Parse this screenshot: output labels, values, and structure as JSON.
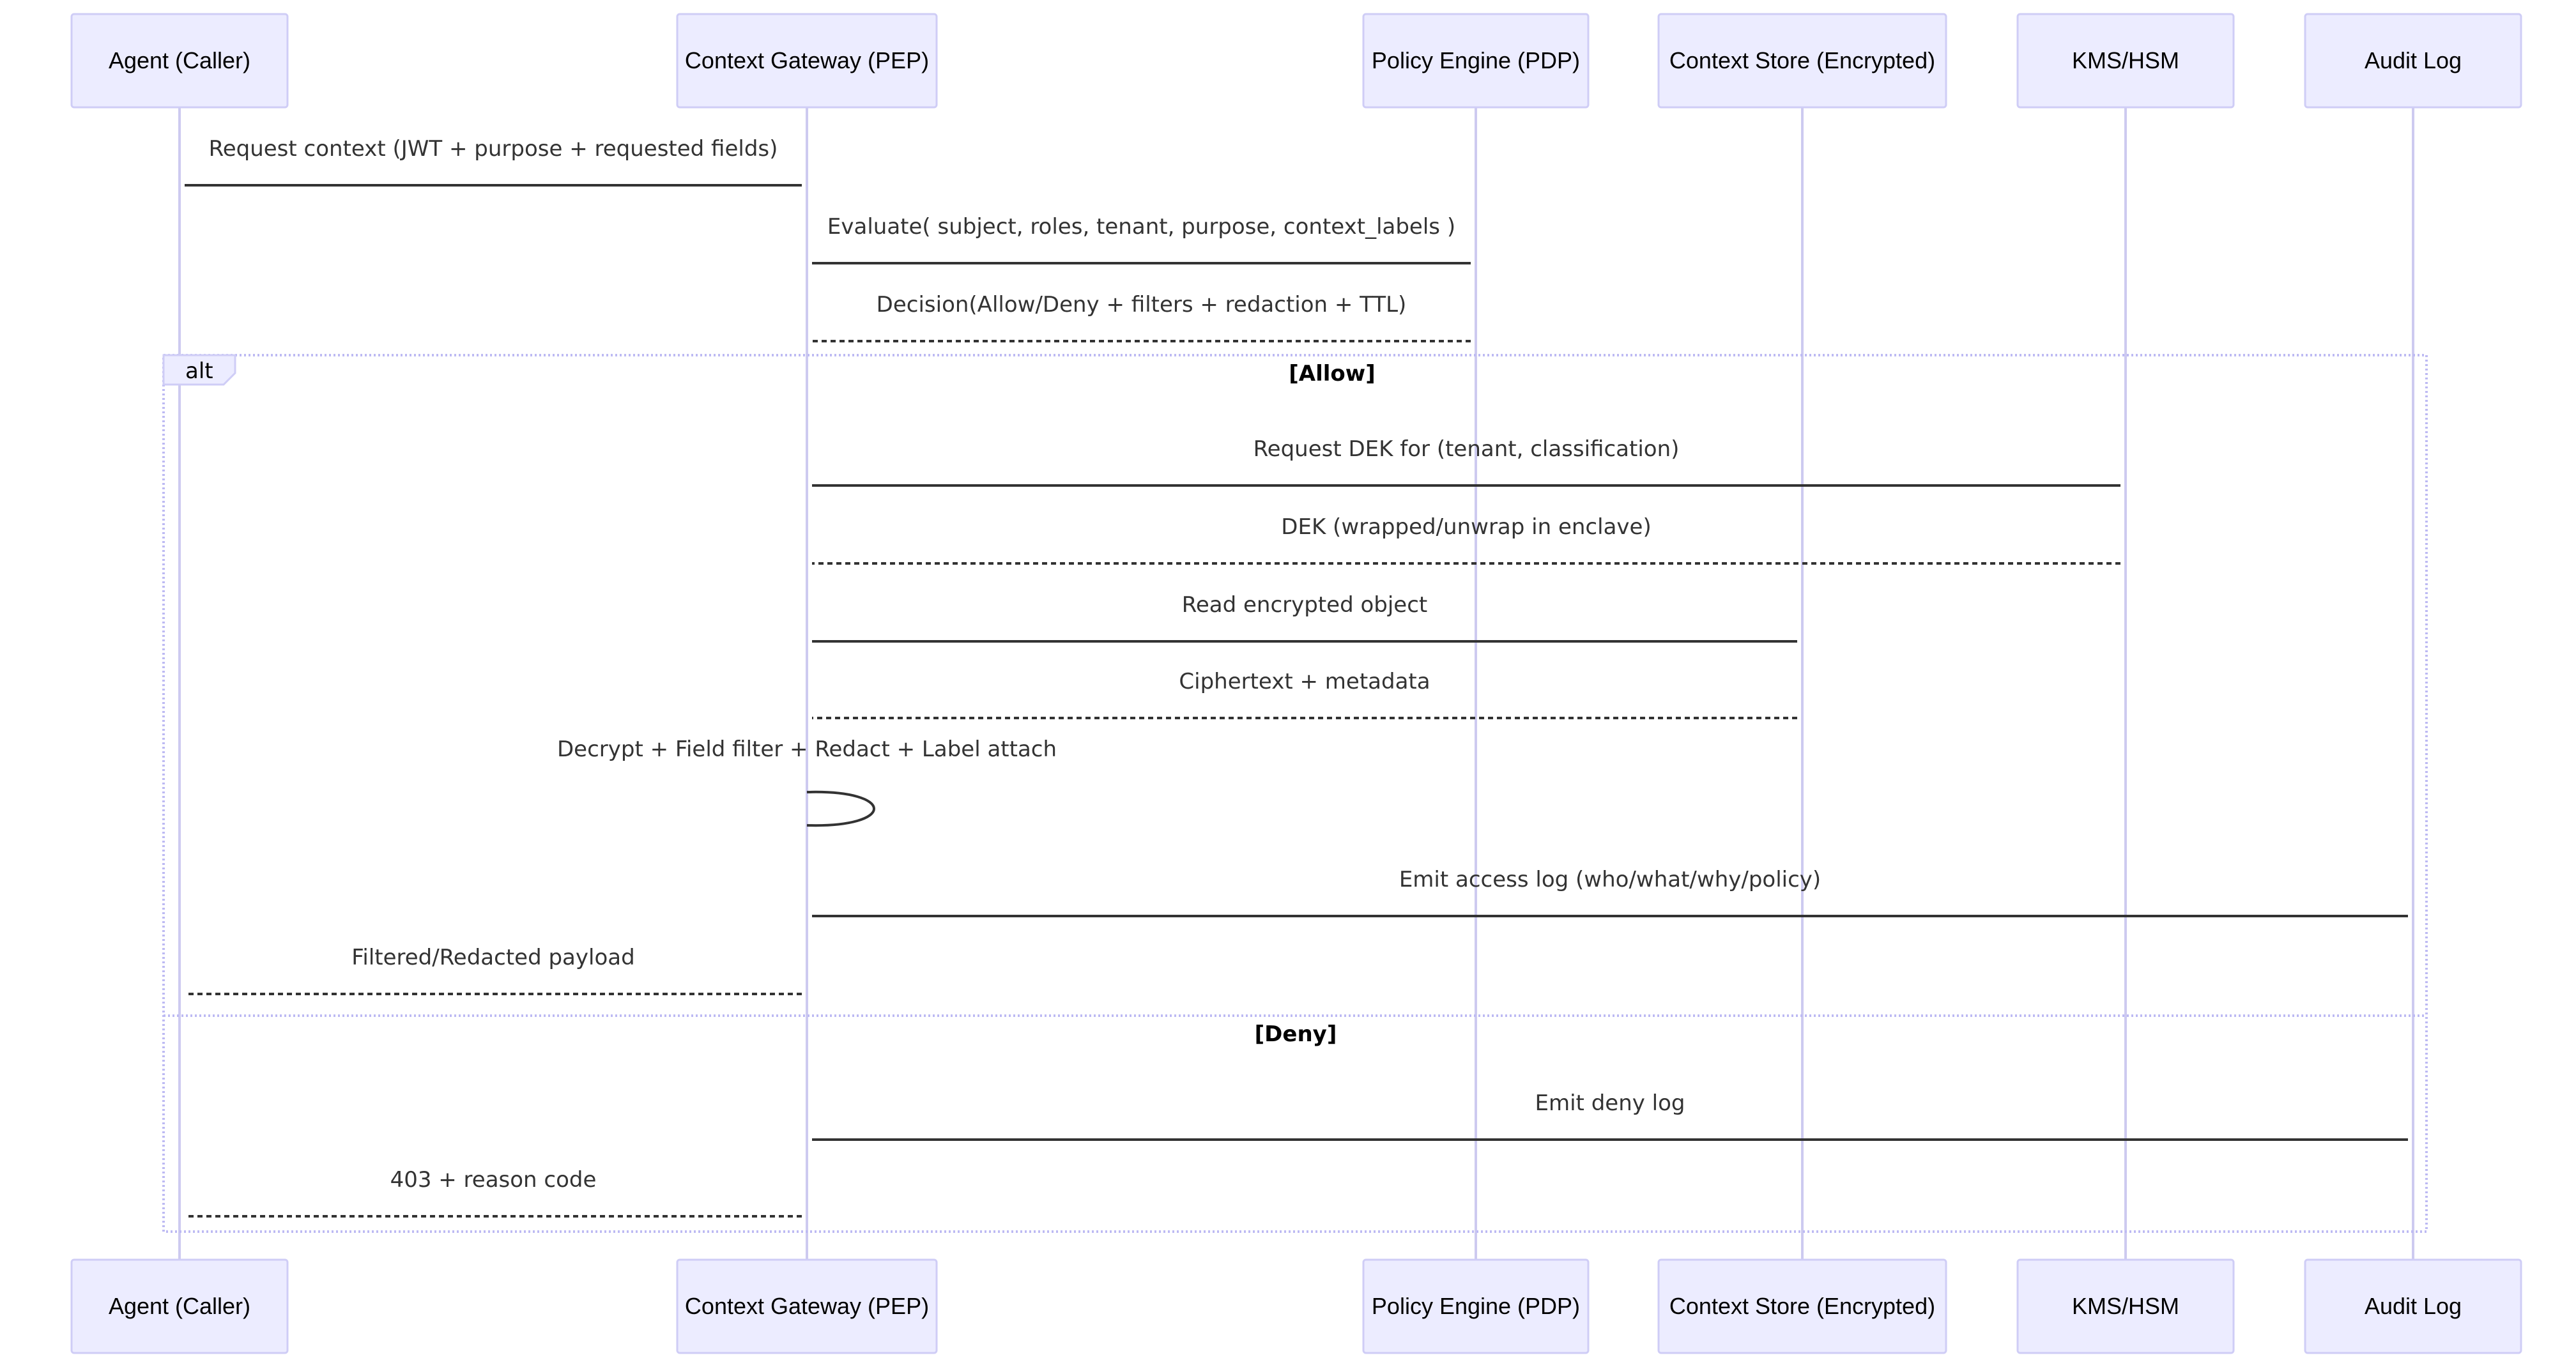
{
  "participants": [
    {
      "id": "agent",
      "label": "Agent (Caller)"
    },
    {
      "id": "gateway",
      "label": "Context Gateway (PEP)"
    },
    {
      "id": "pdp",
      "label": "Policy Engine (PDP)"
    },
    {
      "id": "store",
      "label": "Context Store (Encrypted)"
    },
    {
      "id": "kms",
      "label": "KMS/HSM"
    },
    {
      "id": "audit",
      "label": "Audit Log"
    }
  ],
  "messages": [
    {
      "from": "agent",
      "to": "gateway",
      "label": "Request context (JWT + purpose + requested fields)",
      "style": "solid"
    },
    {
      "from": "gateway",
      "to": "pdp",
      "label": "Evaluate( subject, roles, tenant, purpose, context_labels )",
      "style": "solid"
    },
    {
      "from": "pdp",
      "to": "gateway",
      "label": "Decision(Allow/Deny + filters + redaction + TTL)",
      "style": "dotted"
    },
    {
      "from": "gateway",
      "to": "kms",
      "label": "Request DEK for (tenant, classification)",
      "style": "solid"
    },
    {
      "from": "kms",
      "to": "gateway",
      "label": "DEK (wrapped/unwrap in enclave)",
      "style": "dotted"
    },
    {
      "from": "gateway",
      "to": "store",
      "label": "Read encrypted object",
      "style": "solid"
    },
    {
      "from": "store",
      "to": "gateway",
      "label": "Ciphertext + metadata",
      "style": "dotted"
    },
    {
      "from": "gateway",
      "to": "gateway",
      "label": "Decrypt + Field filter + Redact + Label attach",
      "style": "solid"
    },
    {
      "from": "gateway",
      "to": "audit",
      "label": "Emit access log (who/what/why/policy)",
      "style": "solid"
    },
    {
      "from": "gateway",
      "to": "agent",
      "label": "Filtered/Redacted payload",
      "style": "dotted"
    },
    {
      "from": "gateway",
      "to": "audit",
      "label": "Emit deny log",
      "style": "solid"
    },
    {
      "from": "gateway",
      "to": "agent",
      "label": "403 + reason code",
      "style": "dotted"
    }
  ],
  "alt_block": {
    "label": "alt",
    "branches": [
      {
        "condition": "[Allow]",
        "first_message": 3
      },
      {
        "condition": "[Deny]",
        "first_message": 10
      }
    ]
  },
  "colors": {
    "actor_fill": "#ececff",
    "actor_stroke": "#cfcdf6",
    "lifeline": "#cdcaf0",
    "message_line": "#333333",
    "frame": "#bdbaf3"
  }
}
